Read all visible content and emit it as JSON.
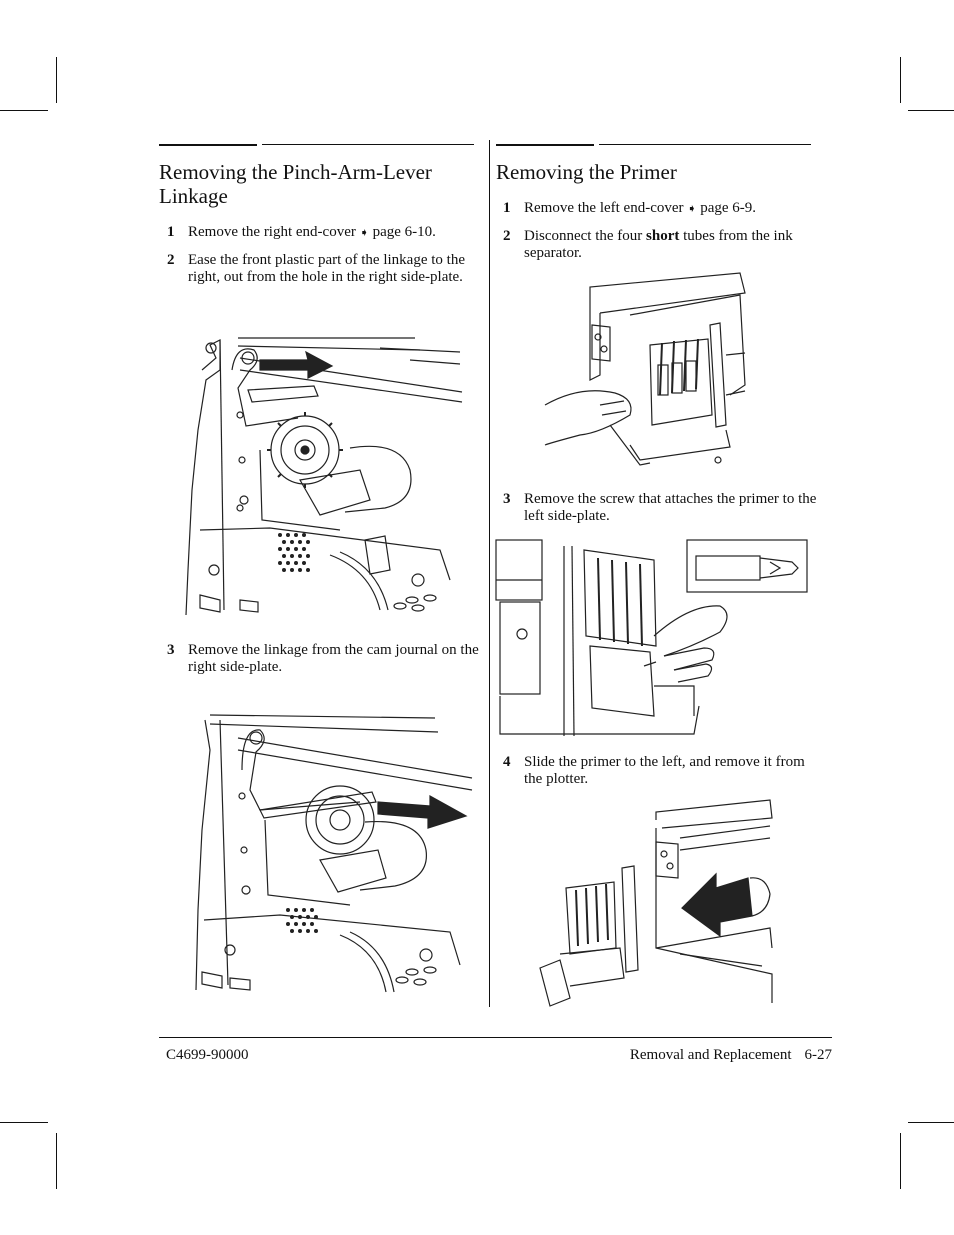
{
  "left": {
    "title": "Removing the Pinch-Arm-Lever Linkage",
    "steps": [
      {
        "num": "1",
        "before": "Remove the right end-cover",
        "arrow": "➧",
        "after": "page 6-10."
      },
      {
        "num": "2",
        "text": "Ease the front plastic part of the linkage to the right, out from the hole in the right side-plate."
      },
      {
        "num": "3",
        "text": "Remove the linkage from the cam journal on the right side-plate."
      }
    ]
  },
  "right": {
    "title": "Removing the Primer",
    "steps": [
      {
        "num": "1",
        "before": "Remove the left end-cover",
        "arrow": "➧",
        "after": "page 6-9."
      },
      {
        "num": "2",
        "before": "Disconnect the four",
        "bold": "short",
        "after": "tubes from the ink separator."
      },
      {
        "num": "3",
        "text": "Remove the screw that attaches the primer to the left side-plate."
      },
      {
        "num": "4",
        "text": "Slide the primer to the left, and remove it from the plotter."
      }
    ]
  },
  "footer": {
    "part_number": "C4699-90000",
    "section": "Removal and Replacement",
    "page": "6-27"
  }
}
